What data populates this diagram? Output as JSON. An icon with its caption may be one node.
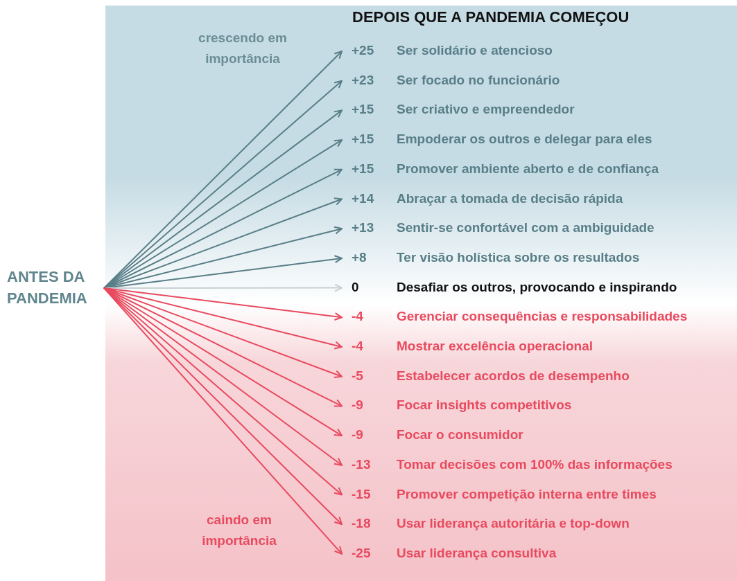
{
  "diagram": {
    "title": "DEPOIS QUE A PANDEMIA COMEÇOU",
    "nodes": [
      {
        "text": [
          "ANTES DA PANDEMIA"
        ]
      },
      {
        "text": [
          "+25",
          "Ser solidário e atencioso"
        ]
      },
      {
        "text": [
          "+23",
          "Ser focado no funcionário"
        ]
      },
      {
        "text": [
          "+15",
          "Ser criativo e empreendedor"
        ]
      },
      {
        "text": [
          "+15",
          "Empoderar os outros e delegar para eles"
        ]
      },
      {
        "text": [
          "+15",
          "Promover ambiente aberto e de confiança"
        ]
      },
      {
        "text": [
          "+14",
          "Abraçar a tomada de decisão rápida"
        ]
      },
      {
        "text": [
          "+13",
          "Sentir-se confortável com a ambiguidade"
        ]
      },
      {
        "text": [
          "+8",
          "Ter visão holística sobre os resultados"
        ]
      },
      {
        "text": [
          "0",
          "Desafiar os outros, provocando e inspirando"
        ]
      },
      {
        "text": [
          "-4",
          "Gerenciar consequências e responsabilidades"
        ]
      },
      {
        "text": [
          "-4",
          "Mostrar excelência operacional"
        ]
      },
      {
        "text": [
          "-5",
          "Estabelecer acordos de desempenho"
        ]
      },
      {
        "text": [
          "-9",
          "Focar insights competitivos"
        ]
      },
      {
        "text": [
          "-9",
          "Focar o consumidor"
        ]
      },
      {
        "text": [
          "-13",
          "Tomar decisões com 100% das informações"
        ]
      },
      {
        "text": [
          "-15",
          "Promover competição interna entre times"
        ]
      },
      {
        "text": [
          "-18",
          "Usar liderança autoritária e top-down"
        ]
      },
      {
        "text": [
          "-25",
          "Usar liderança consultiva"
        ]
      }
    ],
    "edges": [
      {
        "from": 0,
        "to": 1,
        "arrow": "to",
        "color": "#587e87"
      },
      {
        "from": 0,
        "to": 2,
        "arrow": "to",
        "color": "#587e87"
      },
      {
        "from": 0,
        "to": 3,
        "arrow": "to",
        "color": "#587e87"
      },
      {
        "from": 0,
        "to": 4,
        "arrow": "to",
        "color": "#587e87"
      },
      {
        "from": 0,
        "to": 5,
        "arrow": "to",
        "color": "#587e87"
      },
      {
        "from": 0,
        "to": 6,
        "arrow": "to",
        "color": "#587e87"
      },
      {
        "from": 0,
        "to": 7,
        "arrow": "to",
        "color": "#587e87"
      },
      {
        "from": 0,
        "to": 8,
        "arrow": "to",
        "color": "#587e87"
      },
      {
        "from": 0,
        "to": 9,
        "arrow": "to",
        "color": "#c9d1d3"
      },
      {
        "from": 0,
        "to": 10,
        "arrow": "to"
      },
      {
        "from": 0,
        "to": 11,
        "arrow": "to"
      },
      {
        "from": 0,
        "to": 12,
        "arrow": "to"
      },
      {
        "from": 0,
        "to": 13,
        "arrow": "to"
      },
      {
        "from": 0,
        "to": 14,
        "arrow": "to"
      },
      {
        "from": 0,
        "to": 15,
        "arrow": "to"
      },
      {
        "from": 0,
        "to": 16,
        "arrow": "to"
      },
      {
        "from": 0,
        "to": 17,
        "arrow": "to"
      },
      {
        "from": 0,
        "to": 18,
        "arrow": "to"
      }
    ],
    "labels": [
      "crescendo em importância",
      "caindo em importância"
    ]
  }
}
